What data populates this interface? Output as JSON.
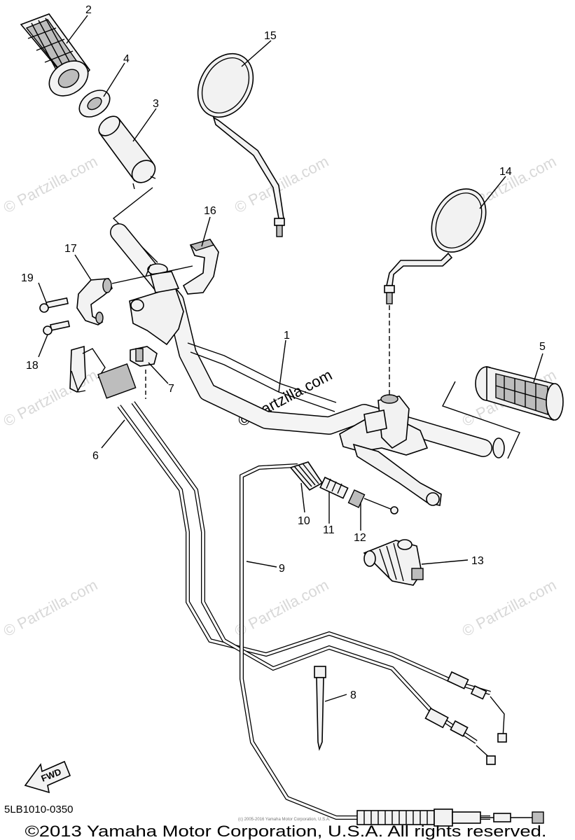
{
  "diagram": {
    "part_numbers": [
      "1",
      "2",
      "3",
      "4",
      "5",
      "6",
      "7",
      "8",
      "9",
      "10",
      "11",
      "12",
      "13",
      "14",
      "15",
      "16",
      "17",
      "18",
      "19"
    ],
    "watermark": "© Partzilla.com",
    "diagram_code": "5LB1010-0350",
    "fwd_label": "FWD",
    "copyright": "©2013 Yamaha Motor Corporation, U.S.A. All rights reserved.",
    "fine_print": "(c) 2005-2016 Yamaha Motor Corporation, U.S.A."
  }
}
